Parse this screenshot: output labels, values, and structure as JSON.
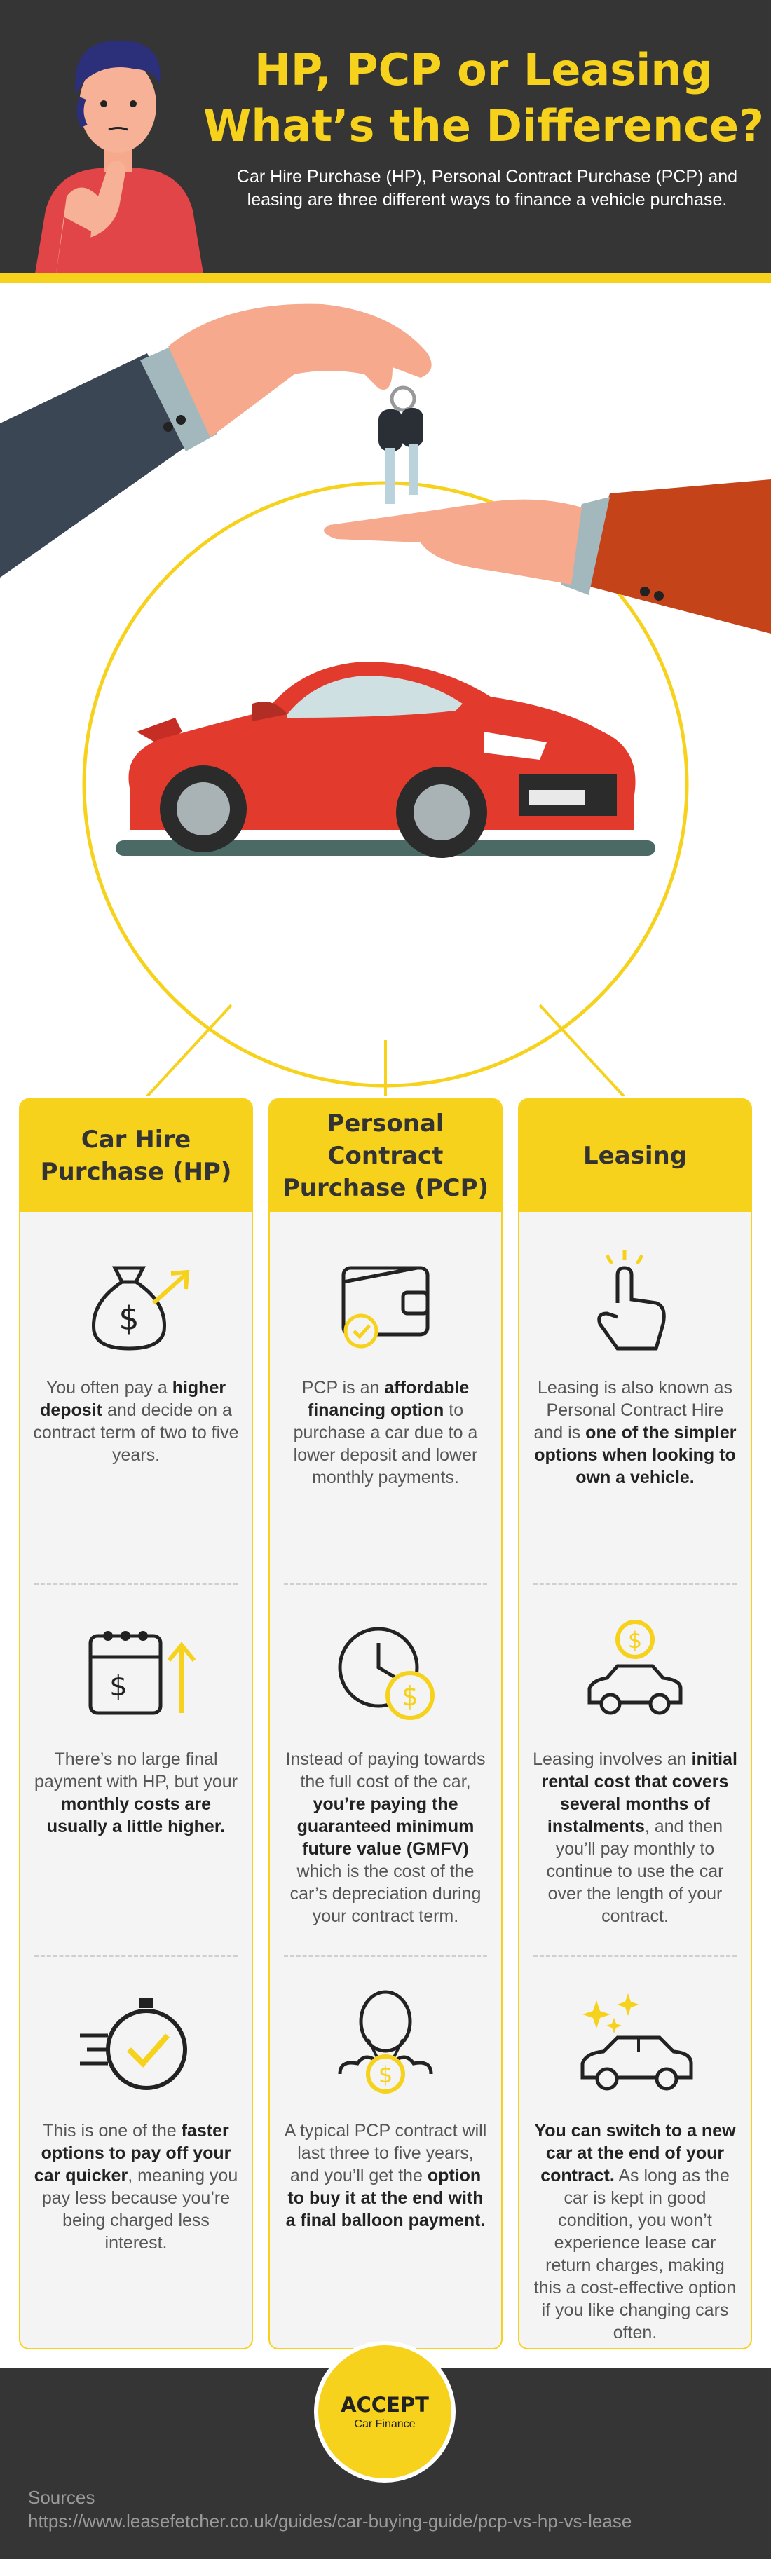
{
  "header": {
    "title_line1": "HP, PCP or Leasing",
    "title_line2": "What’s the Difference?",
    "subtitle": "Car Hire Purchase (HP), Personal Contract Purchase (PCP) and leasing are three different ways to finance a vehicle purchase."
  },
  "colors": {
    "accent": "#f7d21c",
    "dark": "#353535",
    "car": "#e23b2e"
  },
  "columns": [
    {
      "title": "Car Hire Purchase (HP)",
      "cells": [
        {
          "icon": "money-bag-icon",
          "parts": [
            {
              "t": "You often pay a "
            },
            {
              "t": "higher deposit",
              "b": true
            },
            {
              "t": " and decide on a contract term of two to five years."
            }
          ]
        },
        {
          "icon": "calendar-arrow-icon",
          "parts": [
            {
              "t": "There’s no large final payment with HP, but your "
            },
            {
              "t": "monthly costs are usually a little higher.",
              "b": true
            }
          ]
        },
        {
          "icon": "stopwatch-icon",
          "parts": [
            {
              "t": "This is one of the "
            },
            {
              "t": "faster options to pay off your car quicker",
              "b": true
            },
            {
              "t": ", meaning you pay less because you’re being charged less interest."
            }
          ]
        }
      ]
    },
    {
      "title": "Personal Contract Purchase (PCP)",
      "cells": [
        {
          "icon": "wallet-icon",
          "parts": [
            {
              "t": "PCP is an "
            },
            {
              "t": "affordable financing option",
              "b": true
            },
            {
              "t": " to purchase a car due to a lower deposit and lower monthly payments."
            }
          ]
        },
        {
          "icon": "clock-coin-icon",
          "parts": [
            {
              "t": "Instead of paying towards the full cost of the car, "
            },
            {
              "t": "you’re paying the guaranteed minimum future value (GMFV)",
              "b": true
            },
            {
              "t": " which is the cost of the car’s depreciation during your contract term."
            }
          ]
        },
        {
          "icon": "balloon-coin-icon",
          "parts": [
            {
              "t": "A typical PCP contract will last three to five years, and you’ll get the "
            },
            {
              "t": "option to buy it at the end with a final balloon payment.",
              "b": true
            }
          ]
        }
      ]
    },
    {
      "title": "Leasing",
      "cells": [
        {
          "icon": "pointing-hand-icon",
          "parts": [
            {
              "t": "Leasing is also known as Personal Contract Hire and is "
            },
            {
              "t": "one of the simpler options when looking to own a vehicle.",
              "b": true
            }
          ]
        },
        {
          "icon": "car-coin-icon",
          "parts": [
            {
              "t": "Leasing involves an "
            },
            {
              "t": "initial rental cost that covers several months of instalments",
              "b": true
            },
            {
              "t": ", and then you’ll pay monthly to continue to use the car over the length of your contract."
            }
          ]
        },
        {
          "icon": "shiny-car-icon",
          "parts": [
            {
              "t": "You can switch to a new car at the end of your contract.",
              "b": true
            },
            {
              "t": " As long as the car is kept in good condition, you won’t experience lease car return charges, making this a cost-effective option if you like changing cars often."
            }
          ]
        }
      ]
    }
  ],
  "footer": {
    "badge_line1": "ACCEPT",
    "badge_line2": "Car Finance",
    "sources_label": "Sources",
    "sources_url": "https://www.leasefetcher.co.uk/guides/car-buying-guide/pcp-vs-hp-vs-lease"
  }
}
